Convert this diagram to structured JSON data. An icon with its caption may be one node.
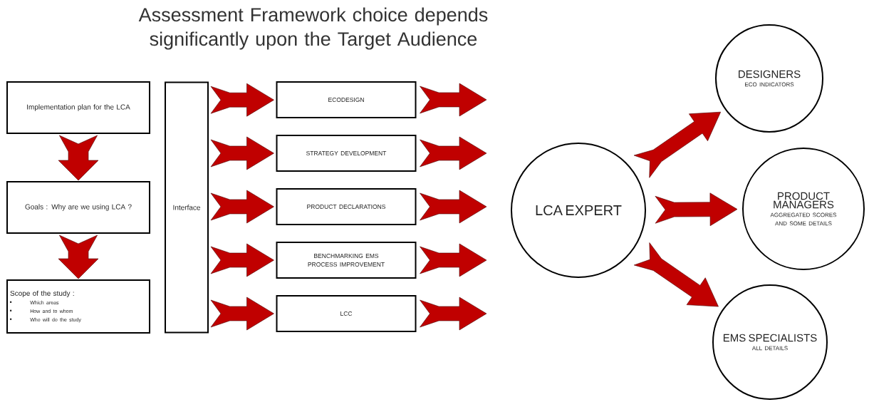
{
  "diagram": {
    "title": "Assessment Framework choice depends significantly upon the Target Audience",
    "nodes": [
      {
        "text": [
          "Implementation plan for the LCA"
        ]
      },
      {
        "text": [
          "Goals : Why are we using LCA ?"
        ]
      },
      {
        "text": [
          "Scope of the study :",
          "Which areas",
          "How and to whom",
          "Who will do the study"
        ]
      },
      {
        "text": [
          "Interface"
        ]
      },
      {
        "text": [
          "ECODESIGN"
        ]
      },
      {
        "text": [
          "STRATEGY DEVELOPMENT"
        ]
      },
      {
        "text": [
          "PRODUCT DECLARATIONS"
        ]
      },
      {
        "text": [
          "BENCHMARKING EMS PROCESS IMPROVEMENT"
        ]
      },
      {
        "text": [
          "LCC"
        ]
      },
      {
        "text": [
          "LCA EXPERT"
        ]
      },
      {
        "text": [
          "DESIGNERS",
          "ECO INDICATORS"
        ]
      },
      {
        "text": [
          "PRODUCT MANAGERS",
          "AGGREGATED SCORES AND SOME DETAILS"
        ]
      },
      {
        "text": [
          "EMS SPECIALISTS",
          "ALL DETAILS"
        ]
      }
    ],
    "edges": [
      {
        "from": 0,
        "to": 1,
        "arrow": "to"
      },
      {
        "from": 1,
        "to": 2,
        "arrow": "to"
      },
      {
        "from": 3,
        "to": 4,
        "arrow": "to"
      },
      {
        "from": 3,
        "to": 5,
        "arrow": "to"
      },
      {
        "from": 3,
        "to": 6,
        "arrow": "to"
      },
      {
        "from": 3,
        "to": 7,
        "arrow": "to"
      },
      {
        "from": 3,
        "to": 8,
        "arrow": "to"
      },
      {
        "from": 4,
        "to": 9,
        "arrow": "to"
      },
      {
        "from": 5,
        "to": 9,
        "arrow": "to"
      },
      {
        "from": 6,
        "to": 9,
        "arrow": "to"
      },
      {
        "from": 7,
        "to": 9,
        "arrow": "to"
      },
      {
        "from": 8,
        "to": 9,
        "arrow": "to"
      },
      {
        "from": 9,
        "to": 10,
        "arrow": "to"
      },
      {
        "from": 9,
        "to": 11,
        "arrow": "to"
      },
      {
        "from": 9,
        "to": 12,
        "arrow": "to"
      }
    ]
  }
}
